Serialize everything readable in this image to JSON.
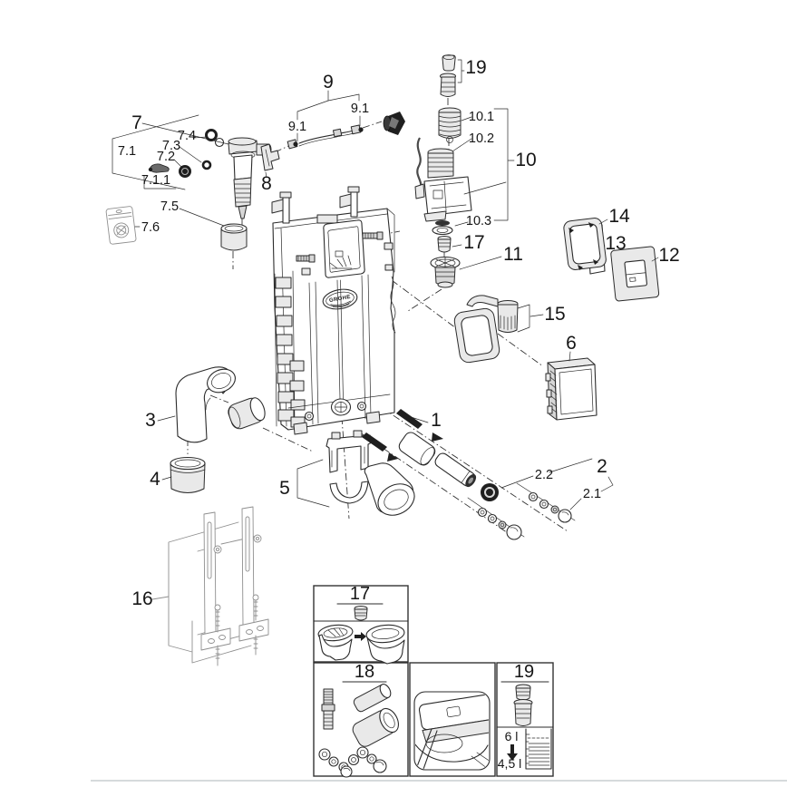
{
  "brand": {
    "logo_text": "GROHE"
  },
  "callouts": {
    "n1": "1",
    "n2": "2",
    "n2_1": "2.1",
    "n2_2": "2.2",
    "n3": "3",
    "n4": "4",
    "n5": "5",
    "n6": "6",
    "n7": "7",
    "n7_1": "7.1",
    "n7_1_1": "7.1.1",
    "n7_2": "7.2",
    "n7_3": "7.3",
    "n7_4": "7.4",
    "n7_5": "7.5",
    "n7_6": "7.6",
    "n8": "8",
    "n9": "9",
    "n9_1": "9.1",
    "n10": "10",
    "n10_1": "10.1",
    "n10_2": "10.2",
    "n10_3": "10.3",
    "n11": "11",
    "n12": "12",
    "n13": "13",
    "n14": "14",
    "n15": "15",
    "n16": "16",
    "n17": "17",
    "n19": "19"
  },
  "inset_panels": {
    "seal_kit": {
      "title": "17"
    },
    "fixing_kit": {
      "title": "18"
    },
    "flush_reducer": {
      "title": "19",
      "volume_from": "6 l",
      "volume_to": "4,5 l"
    }
  }
}
